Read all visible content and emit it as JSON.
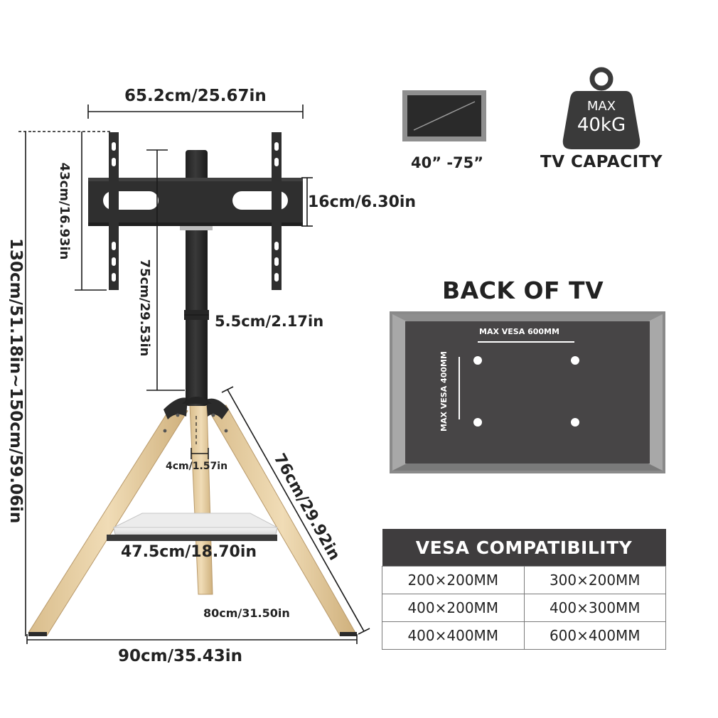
{
  "dimensions": {
    "top_width": "65.2cm/25.67in",
    "bracket_height": "43cm/16.93in",
    "overall_height": "130cm/51.18in~150cm/59.06in",
    "bracket_depth": "16cm/6.30in",
    "pole_length": "75cm/29.53in",
    "pole_diameter": "5.5cm/2.17in",
    "leg_width": "4cm/1.57in",
    "leg_length": "76cm/29.92in",
    "shelf_width": "47.5cm/18.70in",
    "rear_leg": "80cm/31.50in",
    "base_width": "90cm/35.43in"
  },
  "tv_size": {
    "label": "40”  -75”"
  },
  "capacity": {
    "weight_line1": "MAX",
    "weight_line2": "40kG",
    "label": "TV CAPACITY"
  },
  "back_of_tv": {
    "title": "BACK OF TV",
    "vesa_horizontal": "MAX VESA 600MM",
    "vesa_vertical": "MAX VESA 400MM"
  },
  "vesa_table": {
    "title": "VESA COMPATIBILITY",
    "rows": [
      [
        "200×200MM",
        "300×200MM"
      ],
      [
        "400×200MM",
        "400×300MM"
      ],
      [
        "400×400MM",
        "600×400MM"
      ]
    ]
  },
  "colors": {
    "metal": "#2d2d2d",
    "wood": "#e6cfa4",
    "tv_panel": "#474546",
    "header_bg": "#3f3d3e"
  }
}
